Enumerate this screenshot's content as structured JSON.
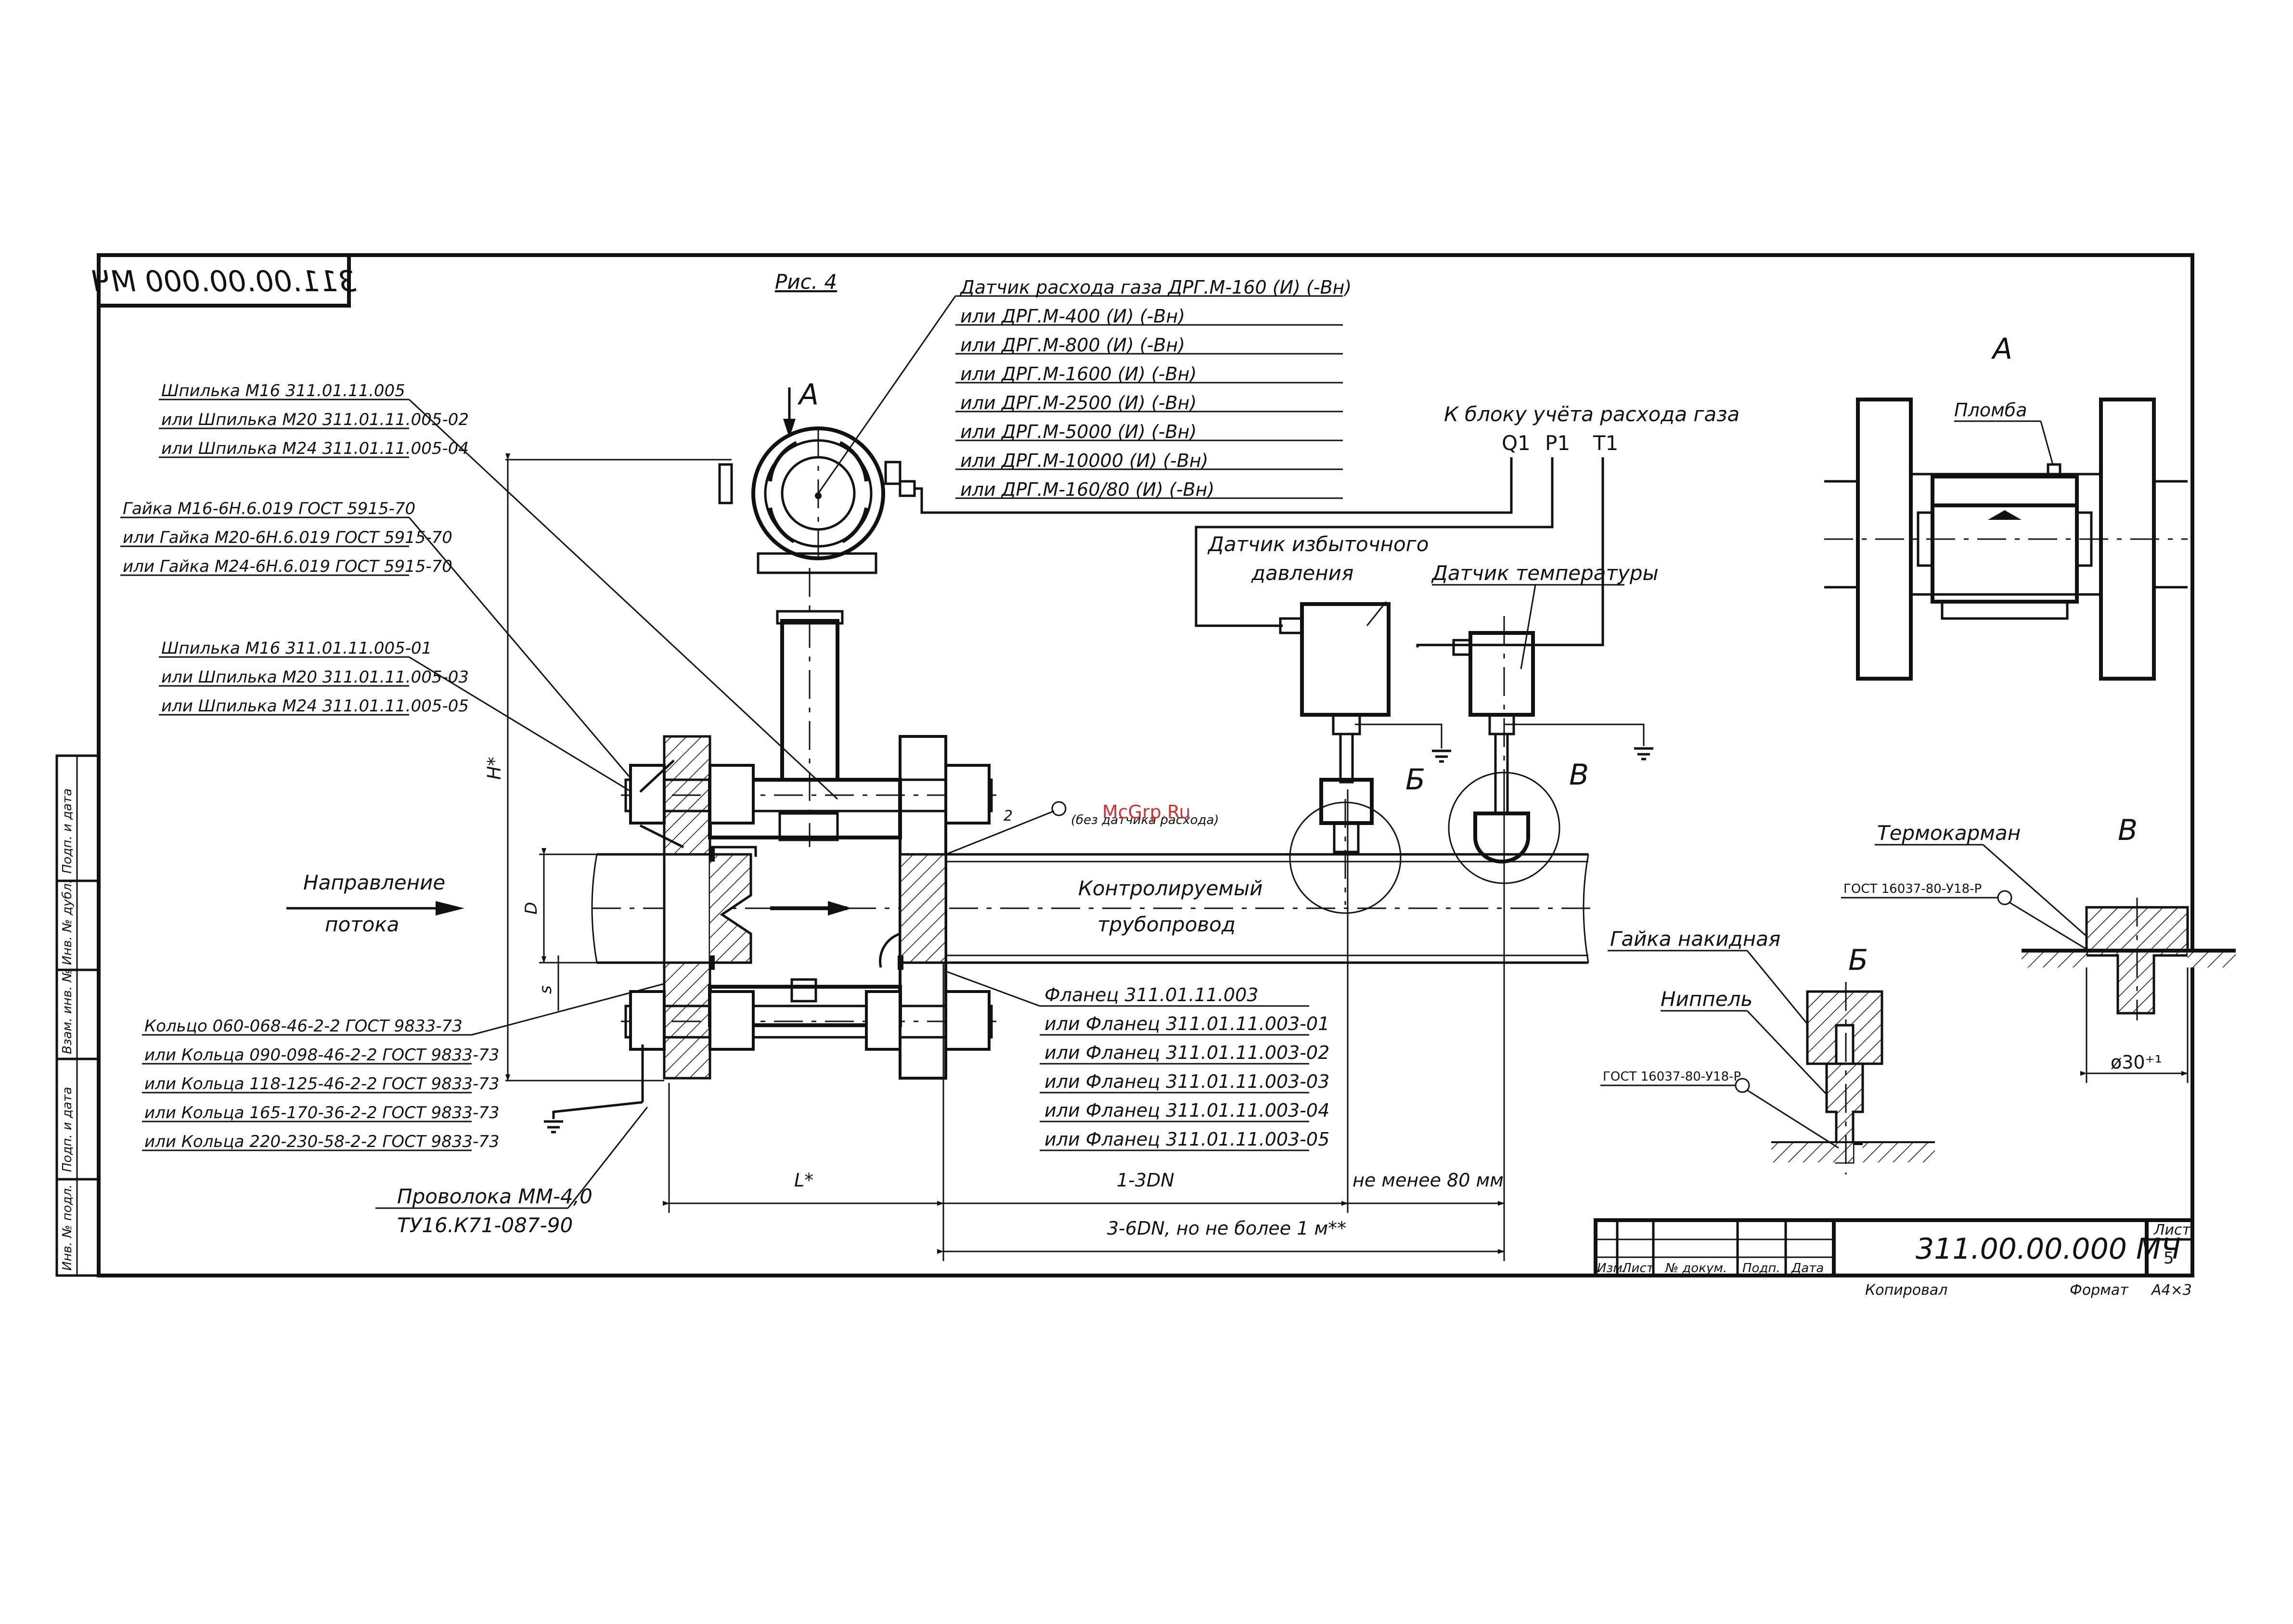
{
  "stamp_code_mirrored": "311.00.00.000 МЧ",
  "figure_label": "Рис. 4",
  "arrow_A_label": "А",
  "sensor_callout": [
    "Датчик расхода газа ДРГ.М-160 (И) (-Вн)",
    "или ДРГ.М-400 (И) (-Вн)",
    "или ДРГ.М-800 (И) (-Вн)",
    "или ДРГ.М-1600 (И) (-Вн)",
    "или ДРГ.М-2500 (И) (-Вн)",
    "или ДРГ.М-5000 (И) (-Вн)",
    "или ДРГ.М-10000 (И) (-Вн)",
    "или ДРГ.М-160/80 (И) (-Вн)"
  ],
  "stud_callout_1": [
    "Шпилька М16 311.01.11.005",
    "или Шпилька М20 311.01.11.005-02",
    "или Шпилька М24 311.01.11.005-04"
  ],
  "nut_callout": [
    "Гайка М16-6Н.6.019 ГОСТ 5915-70",
    "или Гайка М20-6Н.6.019 ГОСТ 5915-70",
    "или Гайка М24-6Н.6.019 ГОСТ 5915-70"
  ],
  "stud_callout_2": [
    "Шпилька М16 311.01.11.005-01",
    "или Шпилька М20 311.01.11.005-03",
    "или Шпилька М24 311.01.11.005-05"
  ],
  "ring_callout": [
    "Кольцо 060-068-46-2-2 ГОСТ 9833-73",
    "или Кольца 090-098-46-2-2 ГОСТ 9833-73",
    "или Кольца 118-125-46-2-2 ГОСТ 9833-73",
    "или Кольца 165-170-36-2-2 ГОСТ 9833-73",
    "или Кольца 220-230-58-2-2 ГОСТ 9833-73"
  ],
  "flange_callout": [
    "Фланец 311.01.11.003",
    "или Фланец 311.01.11.003-01",
    "или Фланец 311.01.11.003-02",
    "или Фланец 311.01.11.003-03",
    "или Фланец 311.01.11.003-04",
    "или Фланец 311.01.11.003-05"
  ],
  "flow_direction": [
    "Направление",
    "потока"
  ],
  "pipeline": [
    "Контролируемый",
    "трубопровод"
  ],
  "wire": [
    "Проволока ММ-4,0",
    "ТУ16.К71-087-90"
  ],
  "to_gas_block": "К блоку учёта расхода газа",
  "signal_labels": [
    "Q1",
    "P1",
    "T1"
  ],
  "pressure_sensor": [
    "Датчик избыточного",
    "давления"
  ],
  "temp_sensor": "Датчик температуры",
  "detail_letters": {
    "B_cyr": "Б",
    "V_cyr": "В",
    "A": "А"
  },
  "no_sensor_note": "(без датчика расхода)",
  "leader_number": "2",
  "watermark": "McGrp.Ru",
  "dims": {
    "H": "Н*",
    "D": "D",
    "S": "s",
    "L": "L*",
    "upstream": "1-3DN",
    "min80": "не менее 80 мм",
    "total": "3-6DN, но не более 1 м**"
  },
  "view_A": {
    "title": "А",
    "seal": "Пломба"
  },
  "view_B": {
    "title": "Б",
    "nut": "Гайка накидная",
    "nipple": "Ниппель",
    "gost": "ГОСТ 16037-80-У18-Р"
  },
  "view_V": {
    "title": "В",
    "pocket": "Термокарман",
    "gost": "ГОСТ 16037-80-У18-Р",
    "dia": "ø30⁺¹"
  },
  "title_block": {
    "designation": "311.00.00.000 МЧ",
    "sheet_label": "Лист",
    "sheet_no": "5",
    "cols": [
      "Изм.",
      "Лист",
      "№ докум.",
      "Подп.",
      "Дата"
    ],
    "copied": "Копировал",
    "format_label": "Формат",
    "format": "А4×3"
  },
  "side_stamp": [
    "Инв. № подл.",
    "Подп. и дата",
    "Взам. инв. №",
    "Инв. № дубл.",
    "Подп. и дата"
  ]
}
